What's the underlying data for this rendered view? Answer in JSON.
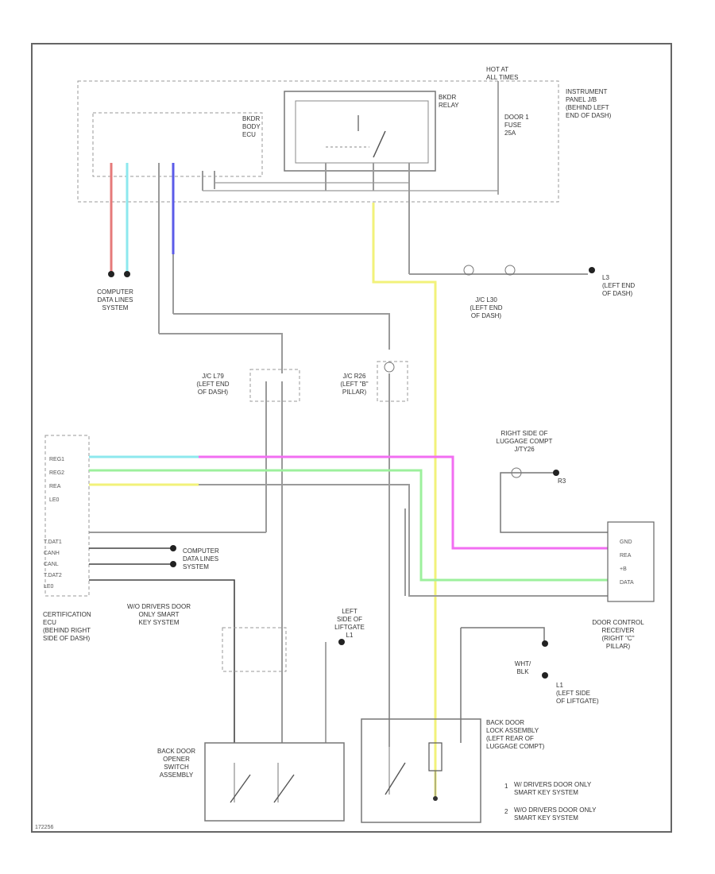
{
  "diagram_id": "172256",
  "labels": {
    "hot_at_all_times": [
      "HOT AT",
      "ALL TIMES"
    ],
    "instrument_panel_jb": [
      "INSTRUMENT",
      "PANEL J/B",
      "(BEHIND LEFT",
      "END OF DASH)"
    ],
    "bdoor_relay": [
      "BKDR",
      "RELAY"
    ],
    "door_fuse": [
      "DOOR 1",
      "FUSE",
      "25A"
    ],
    "bdoor_body": [
      "BKDR",
      "BODY",
      "ECU"
    ],
    "computer_data_top": [
      "COMPUTER",
      "DATA LINES",
      "SYSTEM"
    ],
    "jc_l30": [
      "J/C L30",
      "(LEFT END",
      "OF DASH)"
    ],
    "ground_l3": [
      "L3",
      "(LEFT END",
      "OF DASH)"
    ],
    "jc_l79": [
      "J/C L79",
      "(LEFT END",
      "OF DASH)"
    ],
    "jc_r26": [
      "J/C R26",
      "(LEFT \"B\"",
      "PILLAR)"
    ],
    "right_side_luggage": [
      "RIGHT SIDE OF",
      "LUGGAGE COMPT",
      "J/TY26"
    ],
    "ground_r3": "R3",
    "ecu_pins": [
      "REG1",
      "REG2",
      "REA",
      "LE0"
    ],
    "ecu_side_pins": [
      "T.DAT1",
      "CANH",
      "CANL",
      "T.DAT2",
      "LE0"
    ],
    "computer_data_mid": [
      "COMPUTER",
      "DATA LINES",
      "SYSTEM"
    ],
    "certification_ecu": [
      "CERTIFICATION",
      "ECU",
      "(BEHIND RIGHT",
      "SIDE OF DASH)"
    ],
    "note_wo_driver": [
      "W/O DRIVERS DOOR",
      "ONLY SMART",
      "KEY SYSTEM"
    ],
    "left_side_liftgate": [
      "LEFT",
      "SIDE OF",
      "LIFTGATE",
      "L1"
    ],
    "receiver_pins": [
      "GND",
      "REA",
      "+B",
      "DATA"
    ],
    "door_control_receiver": [
      "DOOR CONTROL",
      "RECEIVER",
      "(RIGHT \"C\"",
      "PILLAR)"
    ],
    "wht_blk": [
      "WHT/",
      "BLK"
    ],
    "left_side_liftgate_l1": [
      "L1",
      "(LEFT SIDE",
      "OF LIFTGATE)"
    ],
    "back_door_opener": [
      "BACK DOOR",
      "OPENER",
      "SWITCH",
      "ASSEMBLY"
    ],
    "back_door_lock": [
      "BACK DOOR",
      "LOCK ASSEMBLY",
      "(LEFT REAR OF",
      "LUGGAGE COMPT)"
    ],
    "legend_1": [
      "W/ DRIVERS DOOR ONLY",
      "SMART KEY SYSTEM"
    ],
    "legend_2": [
      "W/O DRIVERS DOOR ONLY",
      "SMART KEY SYSTEM"
    ]
  },
  "wires": {
    "red": "#e67a7a",
    "light_blue": "#8de8ee",
    "blue": "#5b5be8",
    "yellow": "#f2f27a",
    "magenta": "#f26ef2",
    "light_green": "#9df09d",
    "gray": "#9a9a9a"
  },
  "wire_labels": [
    "LT GRN",
    "LT BLU",
    "YEL",
    "GRY",
    "WHT/BLK",
    "BLK",
    "PNK",
    "LT GRN",
    "GRY",
    "LT BLU",
    "WHT"
  ]
}
